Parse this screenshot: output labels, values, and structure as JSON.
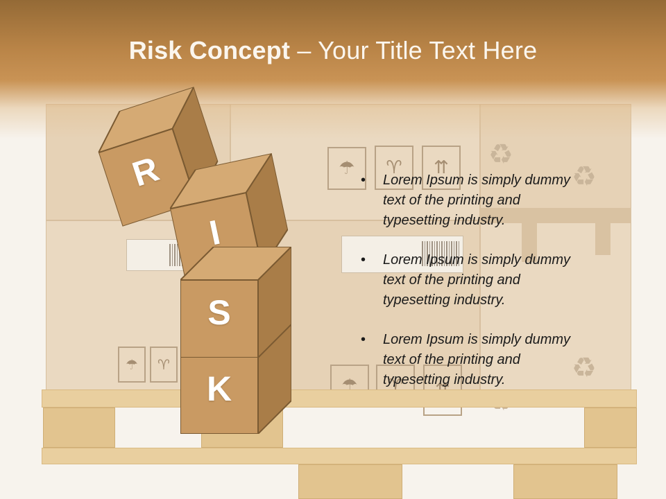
{
  "title": {
    "bold_part": "Risk Concept",
    "rest_part": " – Your Title Text Here"
  },
  "risk_boxes": [
    {
      "letter": "R"
    },
    {
      "letter": "I"
    },
    {
      "letter": "S"
    },
    {
      "letter": "K"
    }
  ],
  "bullets": [
    {
      "marker": "•",
      "text": "Lorem Ipsum is simply dummy text of the printing and typesetting industry."
    },
    {
      "marker": "•",
      "text": "Lorem Ipsum is simply dummy text of the printing and typesetting industry."
    },
    {
      "marker": "•",
      "text": "Lorem Ipsum is simply dummy text of the printing and typesetting industry."
    }
  ],
  "colors": {
    "header": "#b98447",
    "box_front": "#c99a63",
    "box_top": "#d5aa74",
    "box_side": "#a97d48",
    "box_edge": "#7a5a32"
  },
  "icons": [
    "umbrella-icon",
    "fragile-glass-icon",
    "this-way-up-icon",
    "recycle-icon",
    "barcode-label"
  ]
}
